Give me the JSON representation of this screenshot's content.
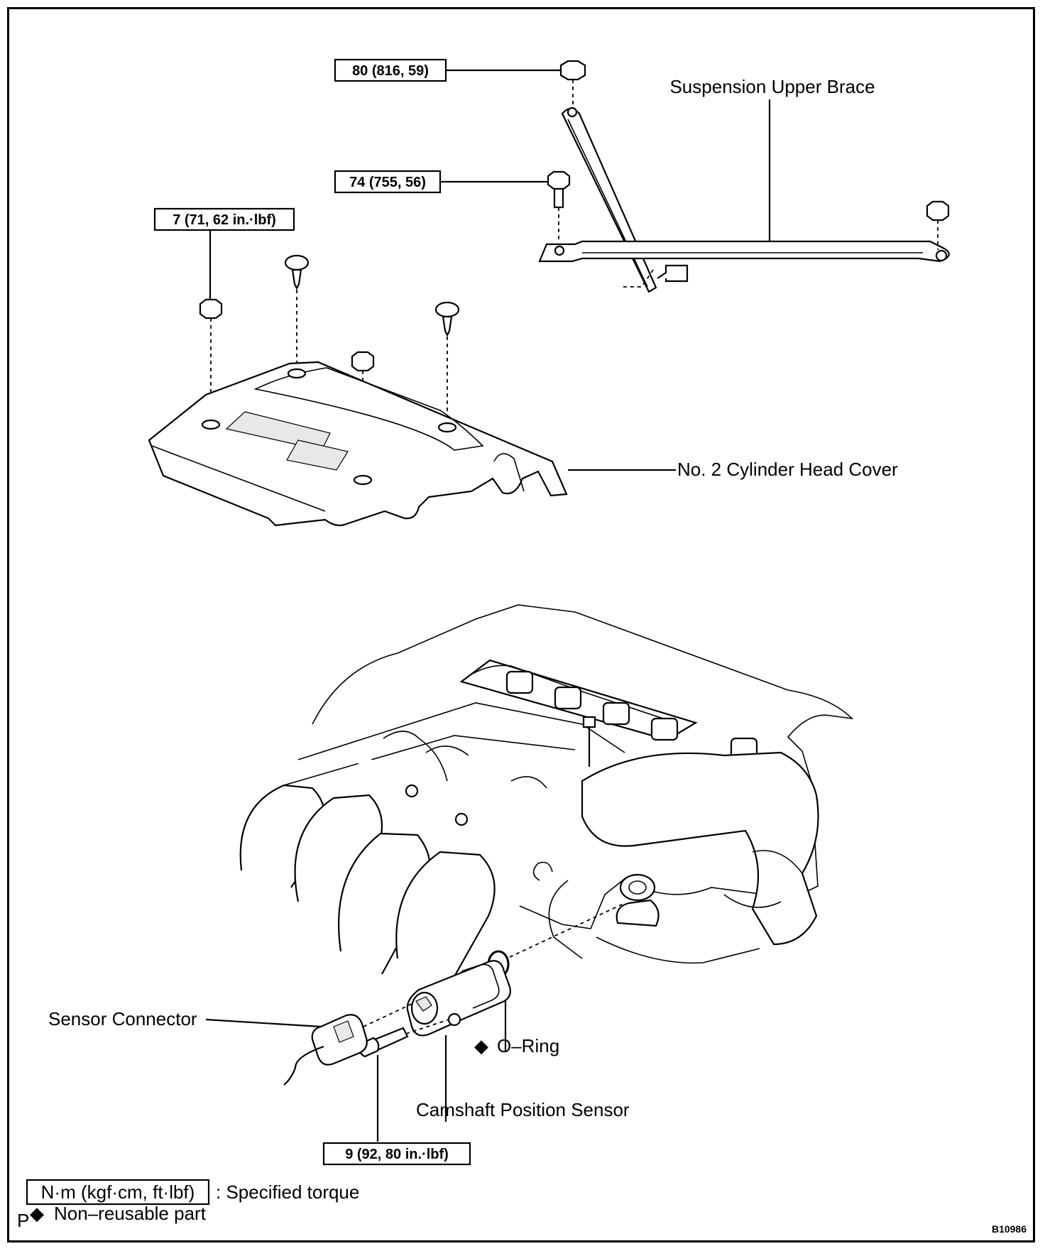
{
  "labels": {
    "suspension_upper_brace": "Suspension Upper Brace",
    "cylinder_head_cover": "No. 2 Cylinder Head Cover",
    "sensor_connector": "Sensor Connector",
    "o_ring": "O–Ring",
    "o_ring_marker": "◆",
    "camshaft_position_sensor": "Camshaft Position Sensor"
  },
  "torques": {
    "brace_nut": "80 (816, 59)",
    "brace_bolt": "74 (755, 56)",
    "cover_nut": "7 (71, 62 in.·lbf)",
    "sensor_bolt": "9 (92, 80 in.·lbf)"
  },
  "legend": {
    "unit_box": "N·m (kgf·cm, ft·lbf)",
    "unit_desc": ": Specified torque",
    "marker": "◆",
    "marker_desc": "Non–reusable part",
    "corner_letter": "P"
  },
  "figure_code": "B10986"
}
